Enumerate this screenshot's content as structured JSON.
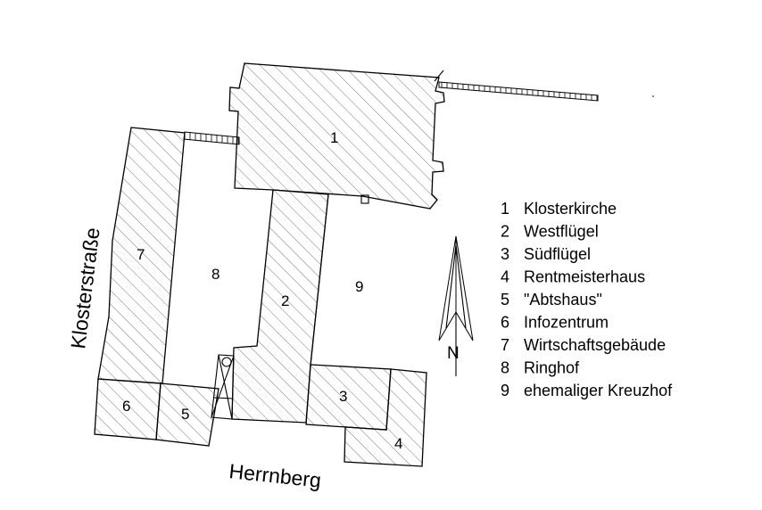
{
  "buildings": [
    {
      "number": "1",
      "name": "Klosterkirche"
    },
    {
      "number": "2",
      "name": "Westflügel"
    },
    {
      "number": "3",
      "name": "Südflügel"
    },
    {
      "number": "4",
      "name": "Rentmeisterhaus"
    },
    {
      "number": "5",
      "name": "\"Abtshaus\""
    },
    {
      "number": "6",
      "name": "Infozentrum"
    },
    {
      "number": "7",
      "name": "Wirtschaftsgebäude"
    },
    {
      "number": "8",
      "name": "Ringhof"
    },
    {
      "number": "9",
      "name": "ehemaliger Kreuzhof"
    }
  ],
  "streets": {
    "west": "Klosterstraße",
    "south": "Herrnberg"
  },
  "north_arrow": {
    "label": "N"
  }
}
